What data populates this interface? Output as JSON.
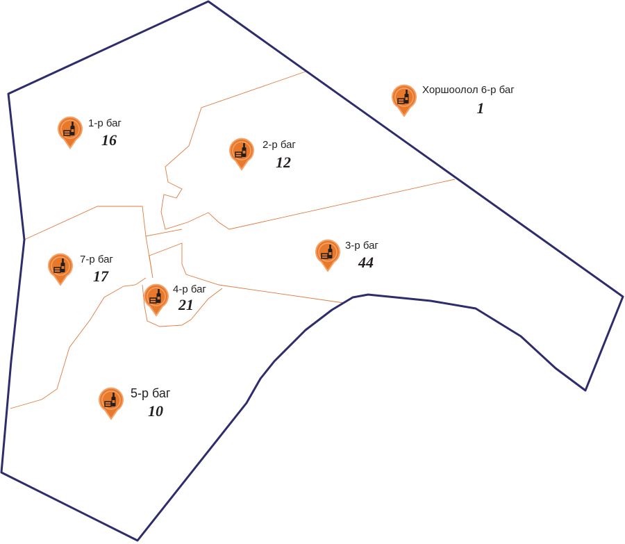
{
  "map": {
    "colors": {
      "outer_border": "#2e2d6b",
      "inner_border": "#e07a3e",
      "marker_fill": "#e8792b",
      "marker_ring": "#f4a36b",
      "marker_icon": "#231f20",
      "text": "#231f20"
    },
    "marker_icon": "bottle-store-icon",
    "districts": [
      {
        "id": "bag-6",
        "name": "Хоршоолол 6-р баг",
        "count": "1"
      },
      {
        "id": "bag-1",
        "name": "1-р баг",
        "count": "16"
      },
      {
        "id": "bag-2",
        "name": "2-р баг",
        "count": "12"
      },
      {
        "id": "bag-3",
        "name": "3-р баг",
        "count": "44"
      },
      {
        "id": "bag-7",
        "name": "7-р баг",
        "count": "17"
      },
      {
        "id": "bag-4",
        "name": "4-р баг",
        "count": "21"
      },
      {
        "id": "bag-5",
        "name": "5-р баг",
        "count": "10"
      }
    ]
  }
}
